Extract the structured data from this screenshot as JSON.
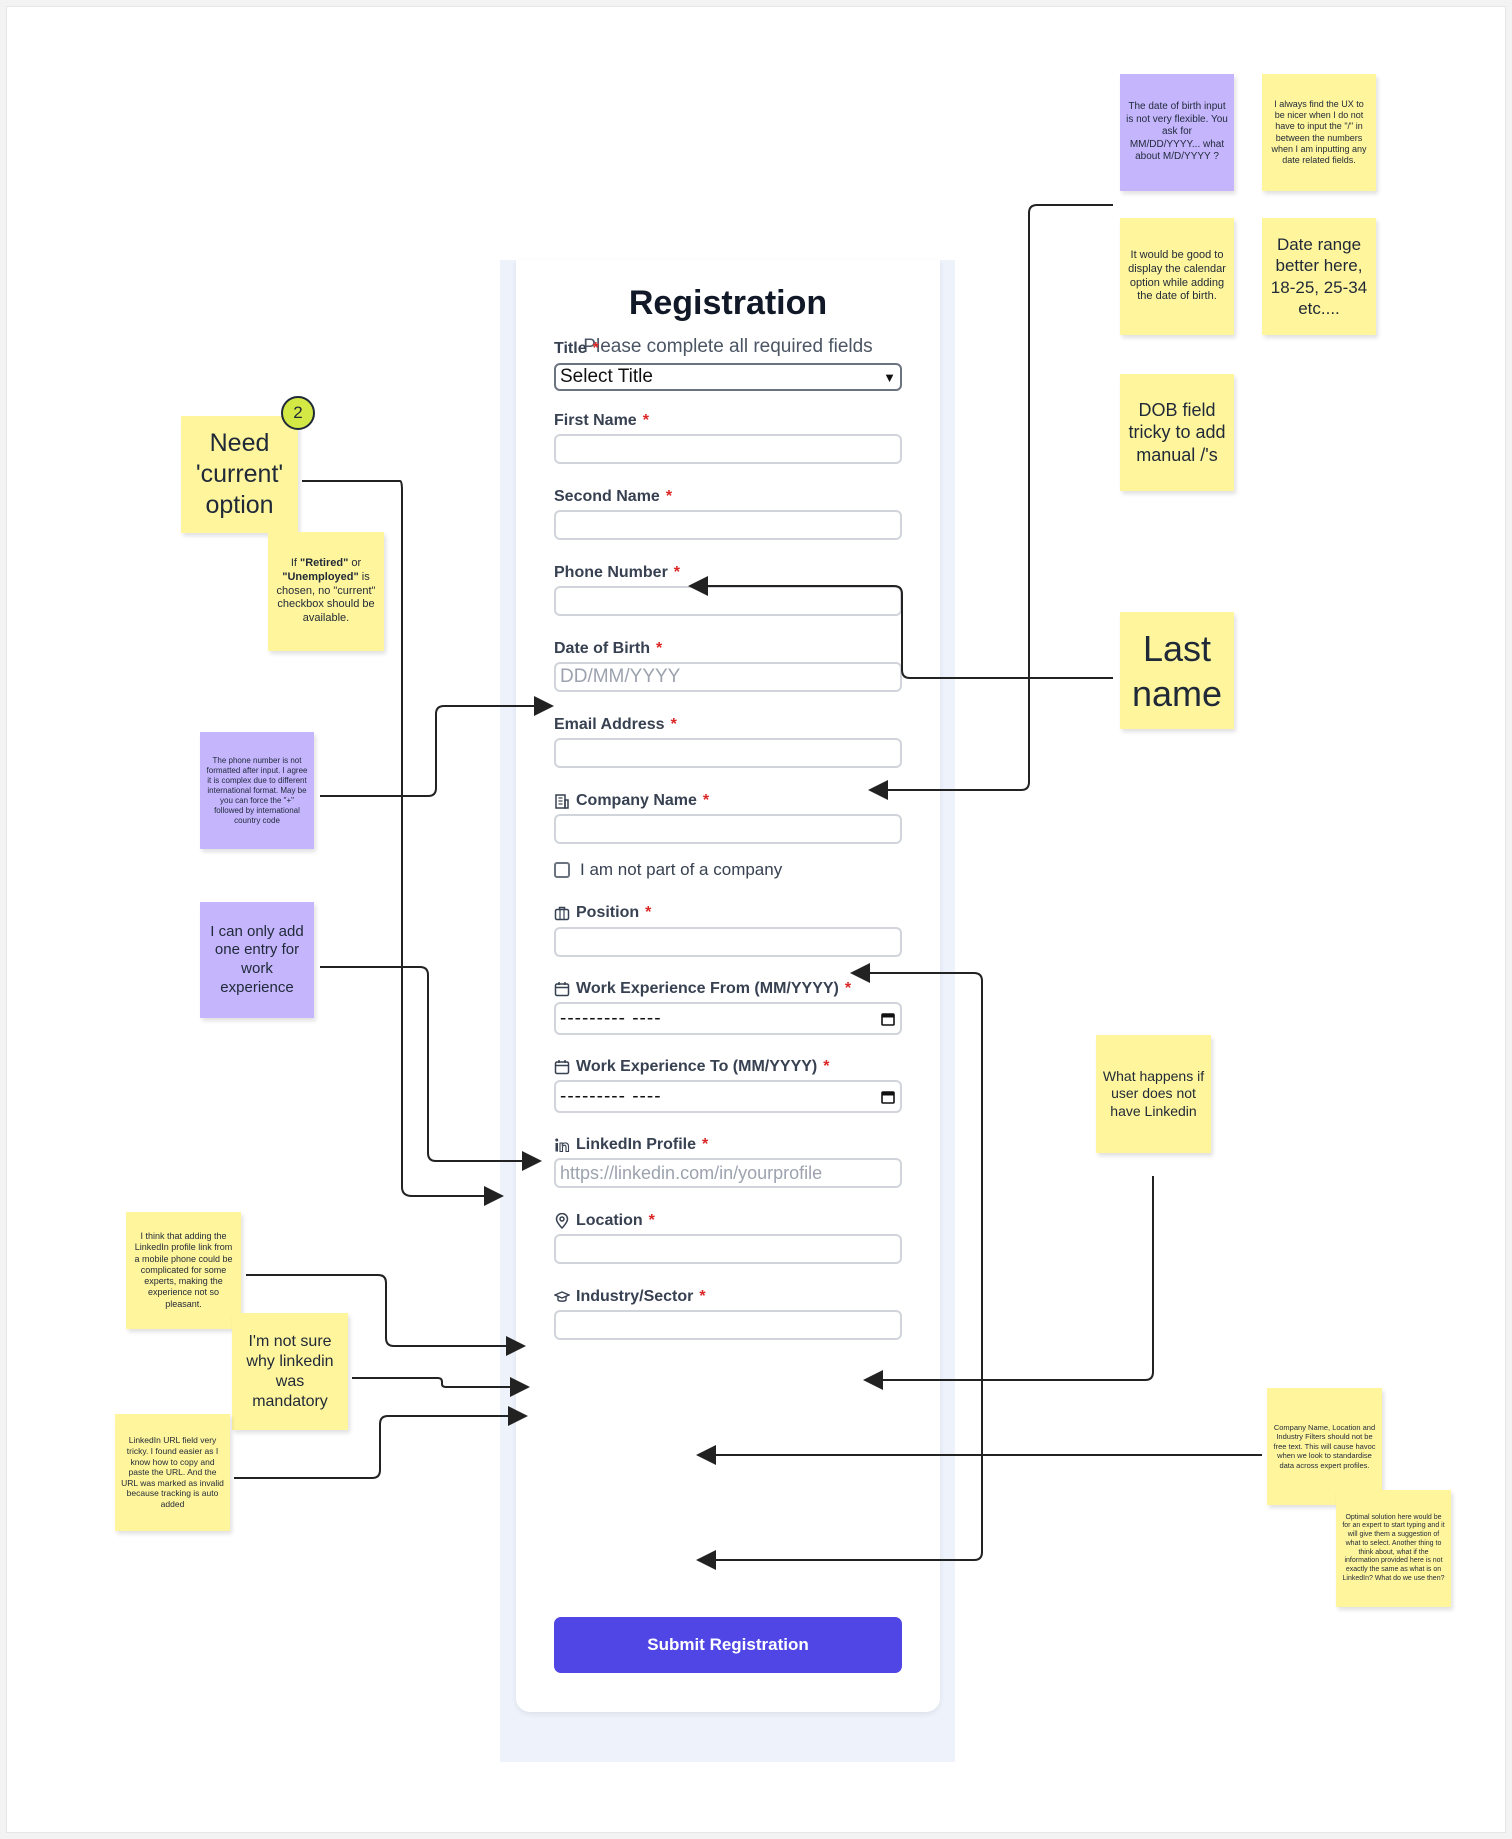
{
  "form": {
    "title": "Registration",
    "subtitle": "Please complete all required fields",
    "required_marker": "*",
    "fields": {
      "title": {
        "label": "Title",
        "value": "Select Title"
      },
      "first_name": {
        "label": "First Name",
        "placeholder": ""
      },
      "second_name": {
        "label": "Second Name",
        "placeholder": ""
      },
      "phone": {
        "label": "Phone Number",
        "placeholder": ""
      },
      "dob": {
        "label": "Date of Birth",
        "placeholder": "DD/MM/YYYY"
      },
      "email": {
        "label": "Email Address",
        "placeholder": ""
      },
      "company": {
        "label": "Company Name",
        "placeholder": ""
      },
      "no_company": {
        "label": "I am not part of a company"
      },
      "position": {
        "label": "Position",
        "placeholder": ""
      },
      "work_from": {
        "label": "Work Experience From (MM/YYYY)",
        "value": "--------- ----"
      },
      "work_to": {
        "label": "Work Experience To (MM/YYYY)",
        "value": "--------- ----"
      },
      "linkedin": {
        "label": "LinkedIn Profile",
        "placeholder": "https://linkedin.com/in/yourprofile"
      },
      "location": {
        "label": "Location",
        "placeholder": ""
      },
      "industry": {
        "label": "Industry/Sector",
        "placeholder": ""
      }
    },
    "submit_label": "Submit Registration",
    "accent_color": "#4f46e5",
    "required_color": "#dc2626"
  },
  "badge": {
    "count": "2"
  },
  "notes": {
    "need_current": "Need 'current' option",
    "retired_pre": "If ",
    "retired_b1": "\"Retired\"",
    "retired_mid": " or ",
    "retired_b2": "\"Unemployed\"",
    "retired_post": " is chosen, no \"current\" checkbox should be available.",
    "phone_format": "The phone number is not formatted after input. I agree it is complex due to different international format. May be you can force the \"+\" followed by international country code",
    "one_entry": "I can only add one entry for work experience",
    "linkedin_mobile": "I think that adding the LinkedIn profile link from a mobile phone could be complicated for some experts, making the experience not so pleasant.",
    "linkedin_mandatory": "I'm not sure why linkedin was mandatory",
    "linkedin_tricky": "LinkedIn URL field very tricky. I found easier as I know how to copy and paste the URL. And the URL was marked as invalid because tracking is auto added",
    "dob_flexible": "The date of birth input is not very flexible. You ask for MM/DD/YYYY... what about M/D/YYYY ?",
    "ux_slash": "I always find the UX to be nicer when I do not have to input the \"/\" in between the numbers when I am inputting any date related fields.",
    "calendar_option": "It would be good to display the calendar option while adding the date of birth.",
    "date_range": "Date range better here, 18-25, 25-34 etc....",
    "dob_tricky": "DOB field tricky to add manual /'s",
    "last_name": "Last name",
    "no_linkedin": "What happens if user does not have Linkedin",
    "free_text": "Company Name, Location and Industry Filters should not be free text. This will cause havoc when we look to standardise data across expert profiles.",
    "optimal": "Optimal solution here would be for an expert to start typing and it will give them a suggestion of what to select. Another thing to think about, what if the information provided here is not exactly the same as what is on LinkedIn? What do we use then?"
  },
  "colors": {
    "note_yellow": "#fff59d",
    "note_purple": "#c4b5fd",
    "badge": "#d4e845"
  }
}
